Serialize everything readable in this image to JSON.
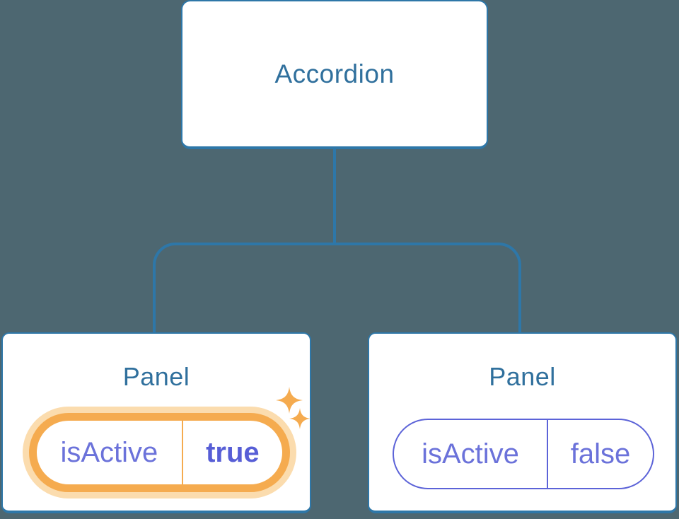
{
  "canvas": {
    "background": "#4d6771"
  },
  "colors": {
    "node_fill": "#ffffff",
    "node_border": "#2e77a8",
    "connector": "#2e77a8",
    "title_text": "#30709d",
    "prop_text": "#6b72da",
    "prop_value_active": "#575ed6",
    "pill_border_active": "#f5ab4f",
    "pill_glow_active": "#fbdcae",
    "pill_border_inactive": "#5c63d8",
    "sparkle": "#f5ab4f"
  },
  "tree": {
    "root": {
      "label": "Accordion"
    },
    "children": [
      {
        "title": "Panel",
        "prop_name": "isActive",
        "prop_value": "true",
        "active": true,
        "icon": "sparkles-icon"
      },
      {
        "title": "Panel",
        "prop_name": "isActive",
        "prop_value": "false",
        "active": false
      }
    ]
  }
}
